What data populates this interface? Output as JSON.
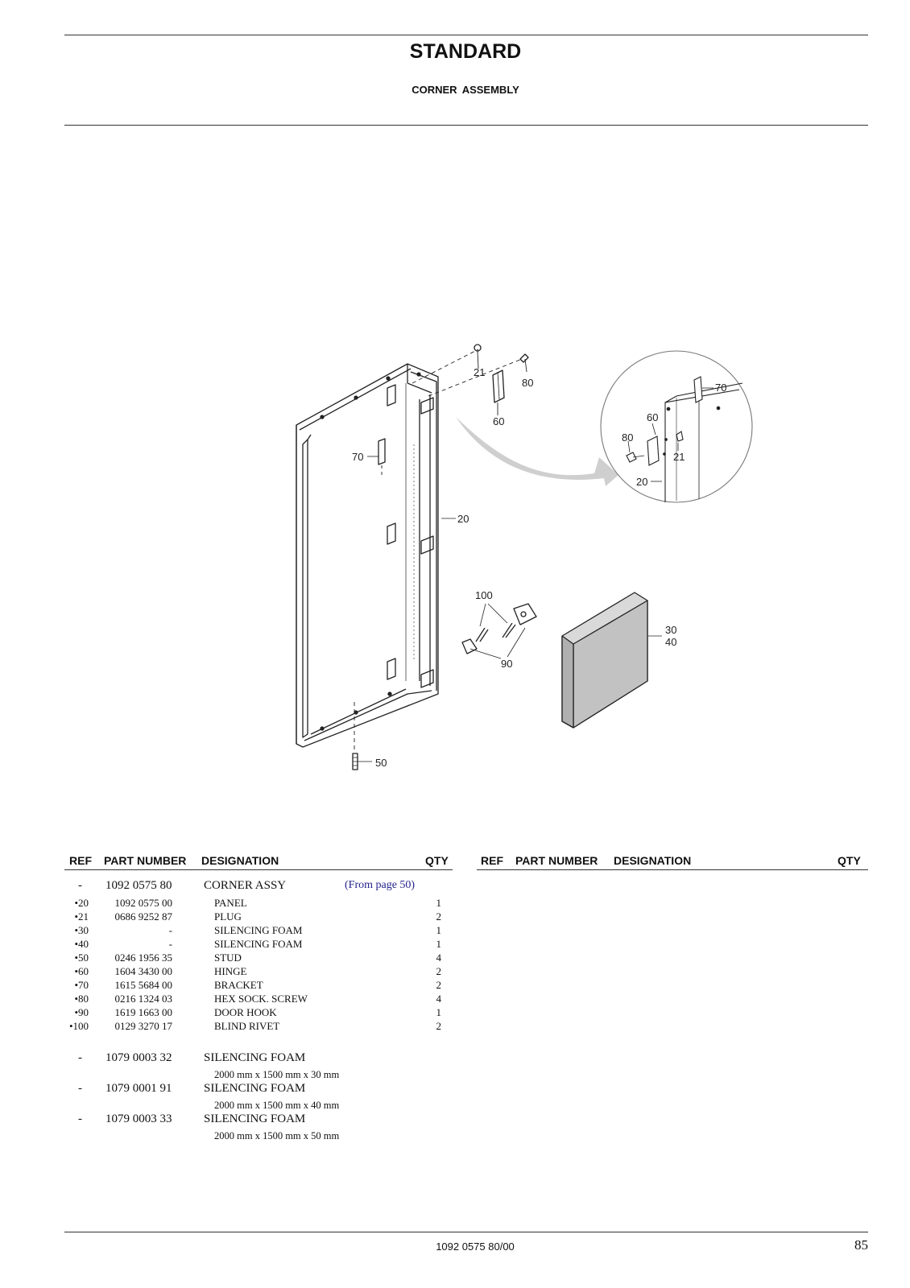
{
  "header": {
    "title": "STANDARD",
    "subtitle": "CORNER  ASSEMBLY"
  },
  "drawing": {
    "callouts": [
      "21",
      "80",
      "60",
      "70",
      "20",
      "100",
      "90",
      "30",
      "40",
      "50"
    ],
    "detail_callouts": [
      "70",
      "60",
      "80",
      "21",
      "20"
    ]
  },
  "table": {
    "columns": [
      "REF",
      "PART NUMBER",
      "DESIGNATION",
      "QTY"
    ],
    "main_item": {
      "ref": "-",
      "part_number": "1092 0575 80",
      "designation": "CORNER ASSY",
      "note": "(From page 50)"
    },
    "items": [
      {
        "ref": "•20",
        "part_number": "1092 0575 00",
        "designation": "PANEL",
        "qty": "1"
      },
      {
        "ref": "•21",
        "part_number": "0686 9252 87",
        "designation": "PLUG",
        "qty": "2"
      },
      {
        "ref": "•30",
        "part_number": "-",
        "designation": "SILENCING FOAM",
        "qty": "1"
      },
      {
        "ref": "•40",
        "part_number": "-",
        "designation": "SILENCING FOAM",
        "qty": "1"
      },
      {
        "ref": "•50",
        "part_number": "0246 1956 35",
        "designation": "STUD",
        "qty": "4"
      },
      {
        "ref": "•60",
        "part_number": "1604 3430 00",
        "designation": "HINGE",
        "qty": "2"
      },
      {
        "ref": "•70",
        "part_number": "1615 5684 00",
        "designation": "BRACKET",
        "qty": "2"
      },
      {
        "ref": "•80",
        "part_number": "0216 1324 03",
        "designation": "HEX SOCK. SCREW",
        "qty": "4"
      },
      {
        "ref": "•90",
        "part_number": "1619 1663 00",
        "designation": "DOOR HOOK",
        "qty": "1"
      },
      {
        "ref": "•100",
        "part_number": "0129 3270 17",
        "designation": "BLIND RIVET",
        "qty": "2"
      }
    ],
    "foam_items": [
      {
        "ref": "-",
        "part_number": "1079 0003 32",
        "designation": "SILENCING FOAM",
        "spec": "2000 mm x 1500 mm x 30 mm"
      },
      {
        "ref": "-",
        "part_number": "1079 0001 91",
        "designation": "SILENCING FOAM",
        "spec": "2000 mm x 1500 mm x 40 mm"
      },
      {
        "ref": "-",
        "part_number": "1079 0003 33",
        "designation": "SILENCING FOAM",
        "spec": "2000 mm x 1500 mm x 50 mm"
      }
    ]
  },
  "footer": {
    "doc_number": "1092 0575 80/00",
    "page_number": "85"
  },
  "colors": {
    "link": "#23238e",
    "foam_fill": "#c2c2c2",
    "arrow_fill": "#cfcfcf"
  }
}
